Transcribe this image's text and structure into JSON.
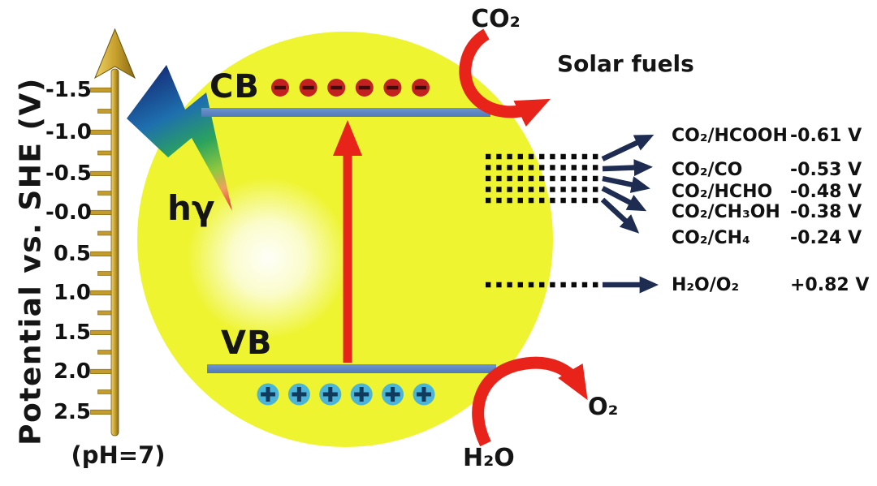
{
  "figure": {
    "axis": {
      "title": "Potential vs. SHE (V)",
      "ph_note": "(pH=7)",
      "tick_labels": [
        "-1.5",
        "-1.0",
        "-0.5",
        "-0.0",
        "0.5",
        "1.0",
        "1.5",
        "2.0",
        "2.5"
      ]
    },
    "particle": {
      "cb_label": "CB",
      "vb_label": "VB",
      "photon_label": "hγ",
      "electron_symbol": "−",
      "hole_symbol": "+",
      "electron_count": 6,
      "hole_count": 6
    },
    "co2_conversion": {
      "reactant": "CO₂",
      "product": "Solar fuels"
    },
    "water_oxidation": {
      "reactant": "H₂O",
      "product": "O₂"
    },
    "redox_couples": [
      {
        "couple": "CO₂/HCOOH",
        "potential": "-0.61 V"
      },
      {
        "couple": "CO₂/CO",
        "potential": "-0.53 V"
      },
      {
        "couple": "CO₂/HCHO",
        "potential": "-0.48 V"
      },
      {
        "couple": "CO₂/CH₃OH",
        "potential": "-0.38 V"
      },
      {
        "couple": "CO₂/CH₄",
        "potential": "-0.24 V"
      },
      {
        "couple": "H₂O/O₂",
        "potential": "+0.82 V"
      }
    ],
    "colors": {
      "particle_yellow": "#eef42f",
      "band_blue": "#5b87c5",
      "electron_red": "#c32020",
      "hole_cyan": "#4ab5d9",
      "arrow_red": "#e8231a",
      "arrow_navy": "#1e2c52",
      "axis_gold": "#c49c2b"
    }
  }
}
